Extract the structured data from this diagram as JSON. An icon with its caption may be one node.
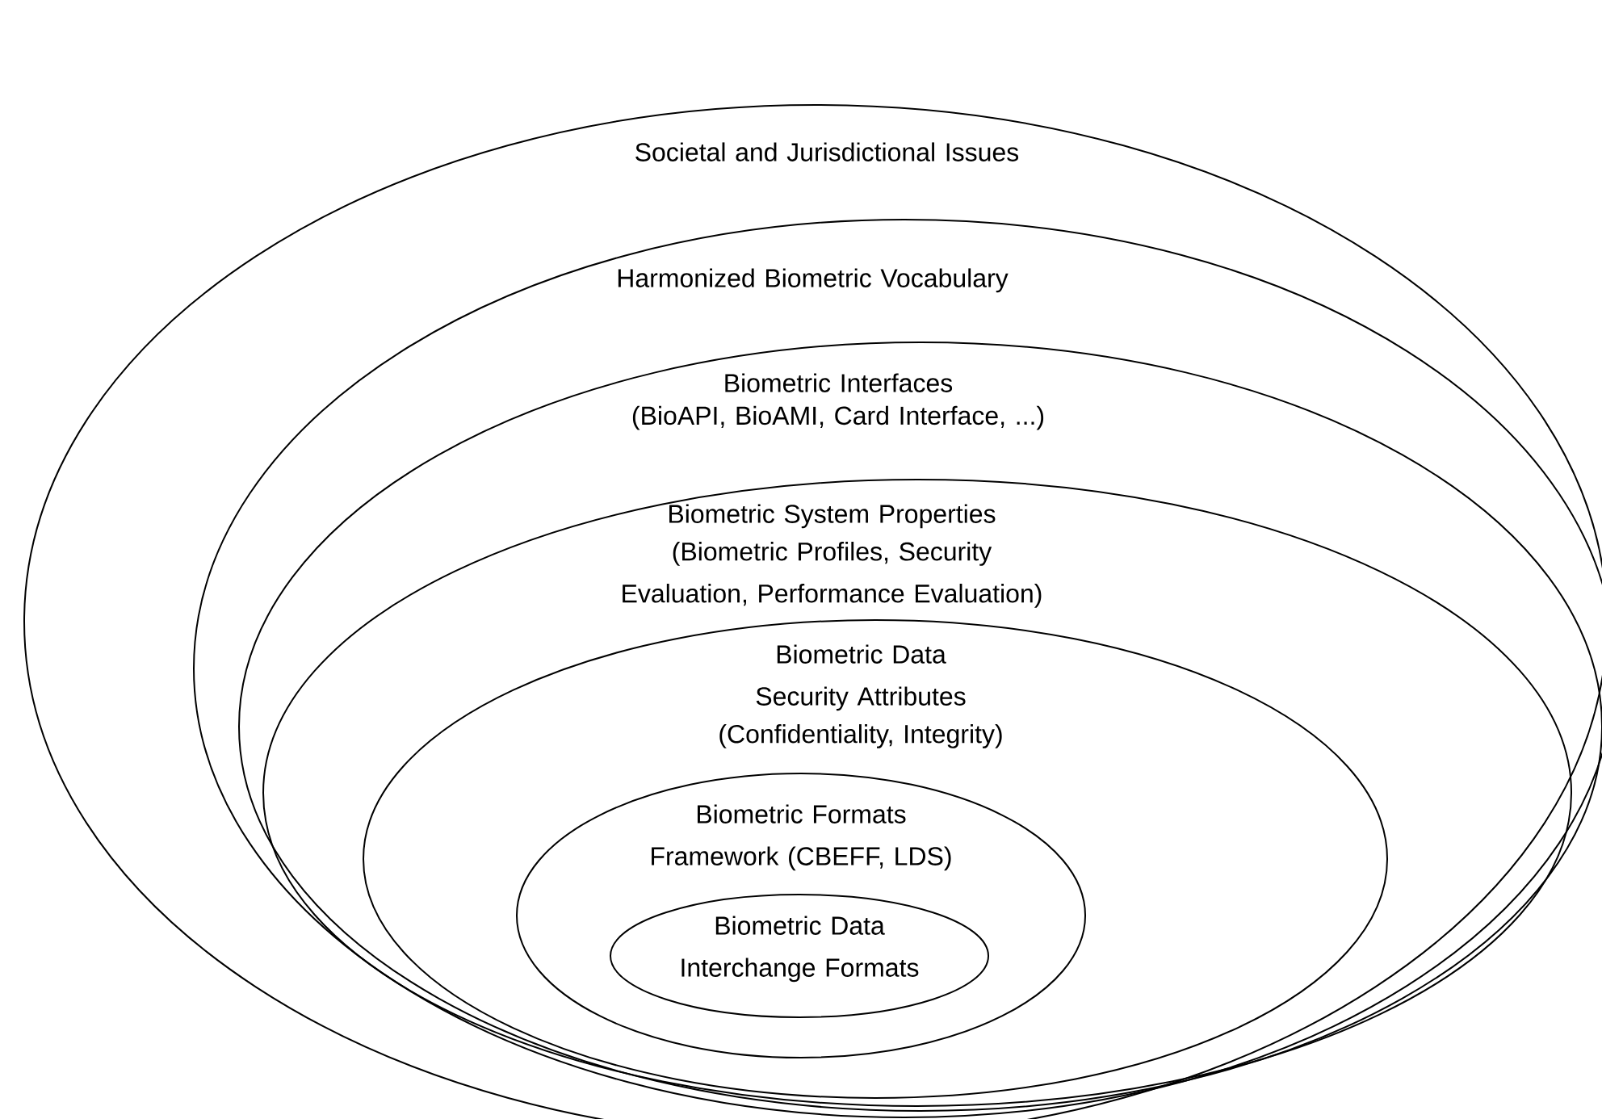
{
  "diagram": {
    "nodes": [
      {
        "text": [
          "Societal and Jurisdictional Issues"
        ]
      },
      {
        "text": [
          "Harmonized Biometric Vocabulary"
        ],
        "in": 0
      },
      {
        "text": [
          "Biometric Interfaces",
          "(BioAPI, BioAMI, Card Interface, ...)"
        ],
        "in": 1
      },
      {
        "text": [
          "Biometric System Properties",
          "(Biometric Profiles, Security Evaluation, Performance Evaluation)"
        ],
        "in": 2
      },
      {
        "text": [
          "Biometric Data Security Attributes",
          "(Confidentiality, Integrity)"
        ],
        "in": 3
      },
      {
        "text": [
          "Biometric Formats Framework (CBEFF, LDS)"
        ],
        "in": 4
      },
      {
        "text": [
          "Biometric Data Interchange Formats"
        ],
        "in": 5
      }
    ]
  }
}
